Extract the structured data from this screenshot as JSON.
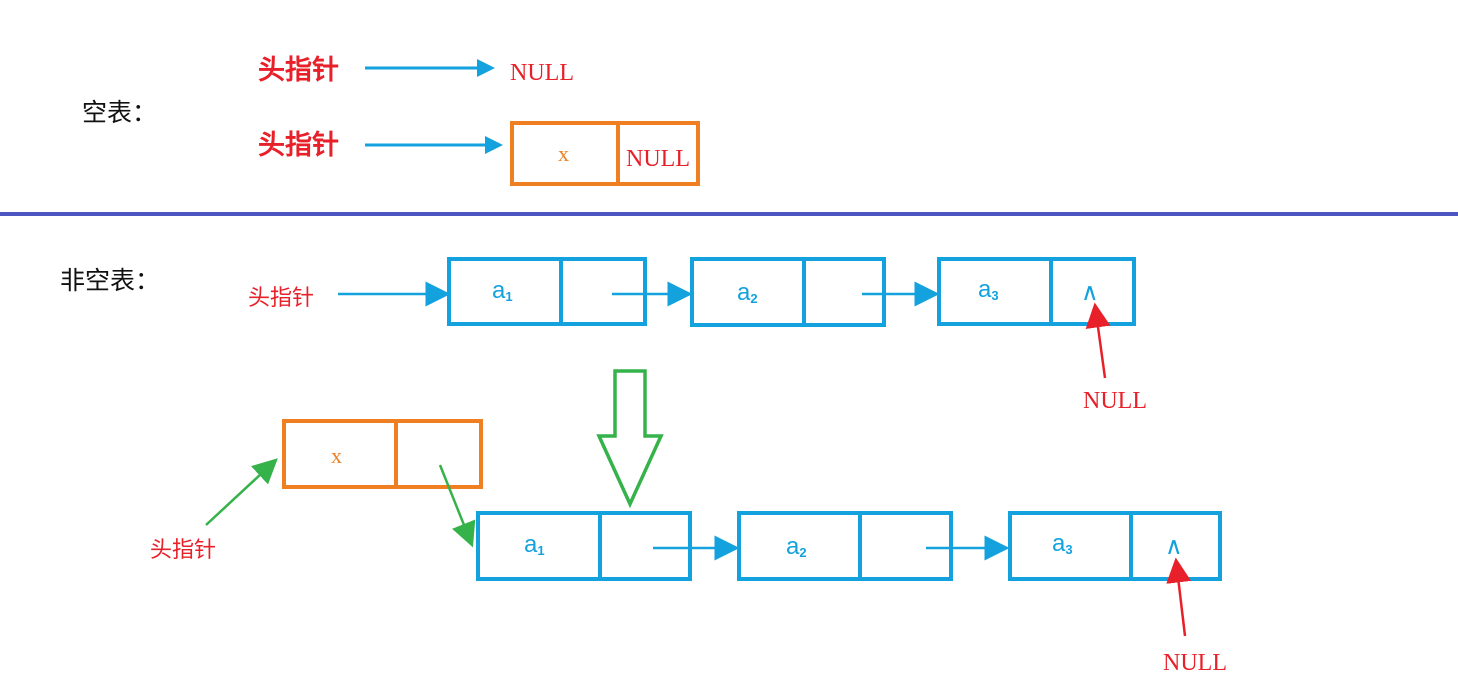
{
  "empty_list": {
    "label": "空表：",
    "head_pointer": "头指针",
    "null_label": "NULL",
    "node": {
      "data": "x",
      "next": "NULL"
    }
  },
  "nonempty_list": {
    "label": "非空表：",
    "head_pointer": "头指针",
    "nodes": [
      {
        "letter": "a",
        "sub": "1"
      },
      {
        "letter": "a",
        "sub": "2"
      },
      {
        "letter": "a",
        "sub": "3",
        "null_symbol": "∧"
      }
    ],
    "null_label": "NULL"
  },
  "after_insert": {
    "head_pointer": "头指针",
    "new_node": {
      "data": "x"
    },
    "nodes": [
      {
        "letter": "a",
        "sub": "1"
      },
      {
        "letter": "a",
        "sub": "2"
      },
      {
        "letter": "a",
        "sub": "3",
        "null_symbol": "∧"
      }
    ],
    "null_label": "NULL"
  },
  "colors": {
    "node_border": "#13a2dd",
    "new_node_border": "#f07f22",
    "head_label": "#e8202a",
    "null_arrow": "#e8202a",
    "insert_arrow": "#35b24a",
    "divider": "#4b56c2"
  }
}
